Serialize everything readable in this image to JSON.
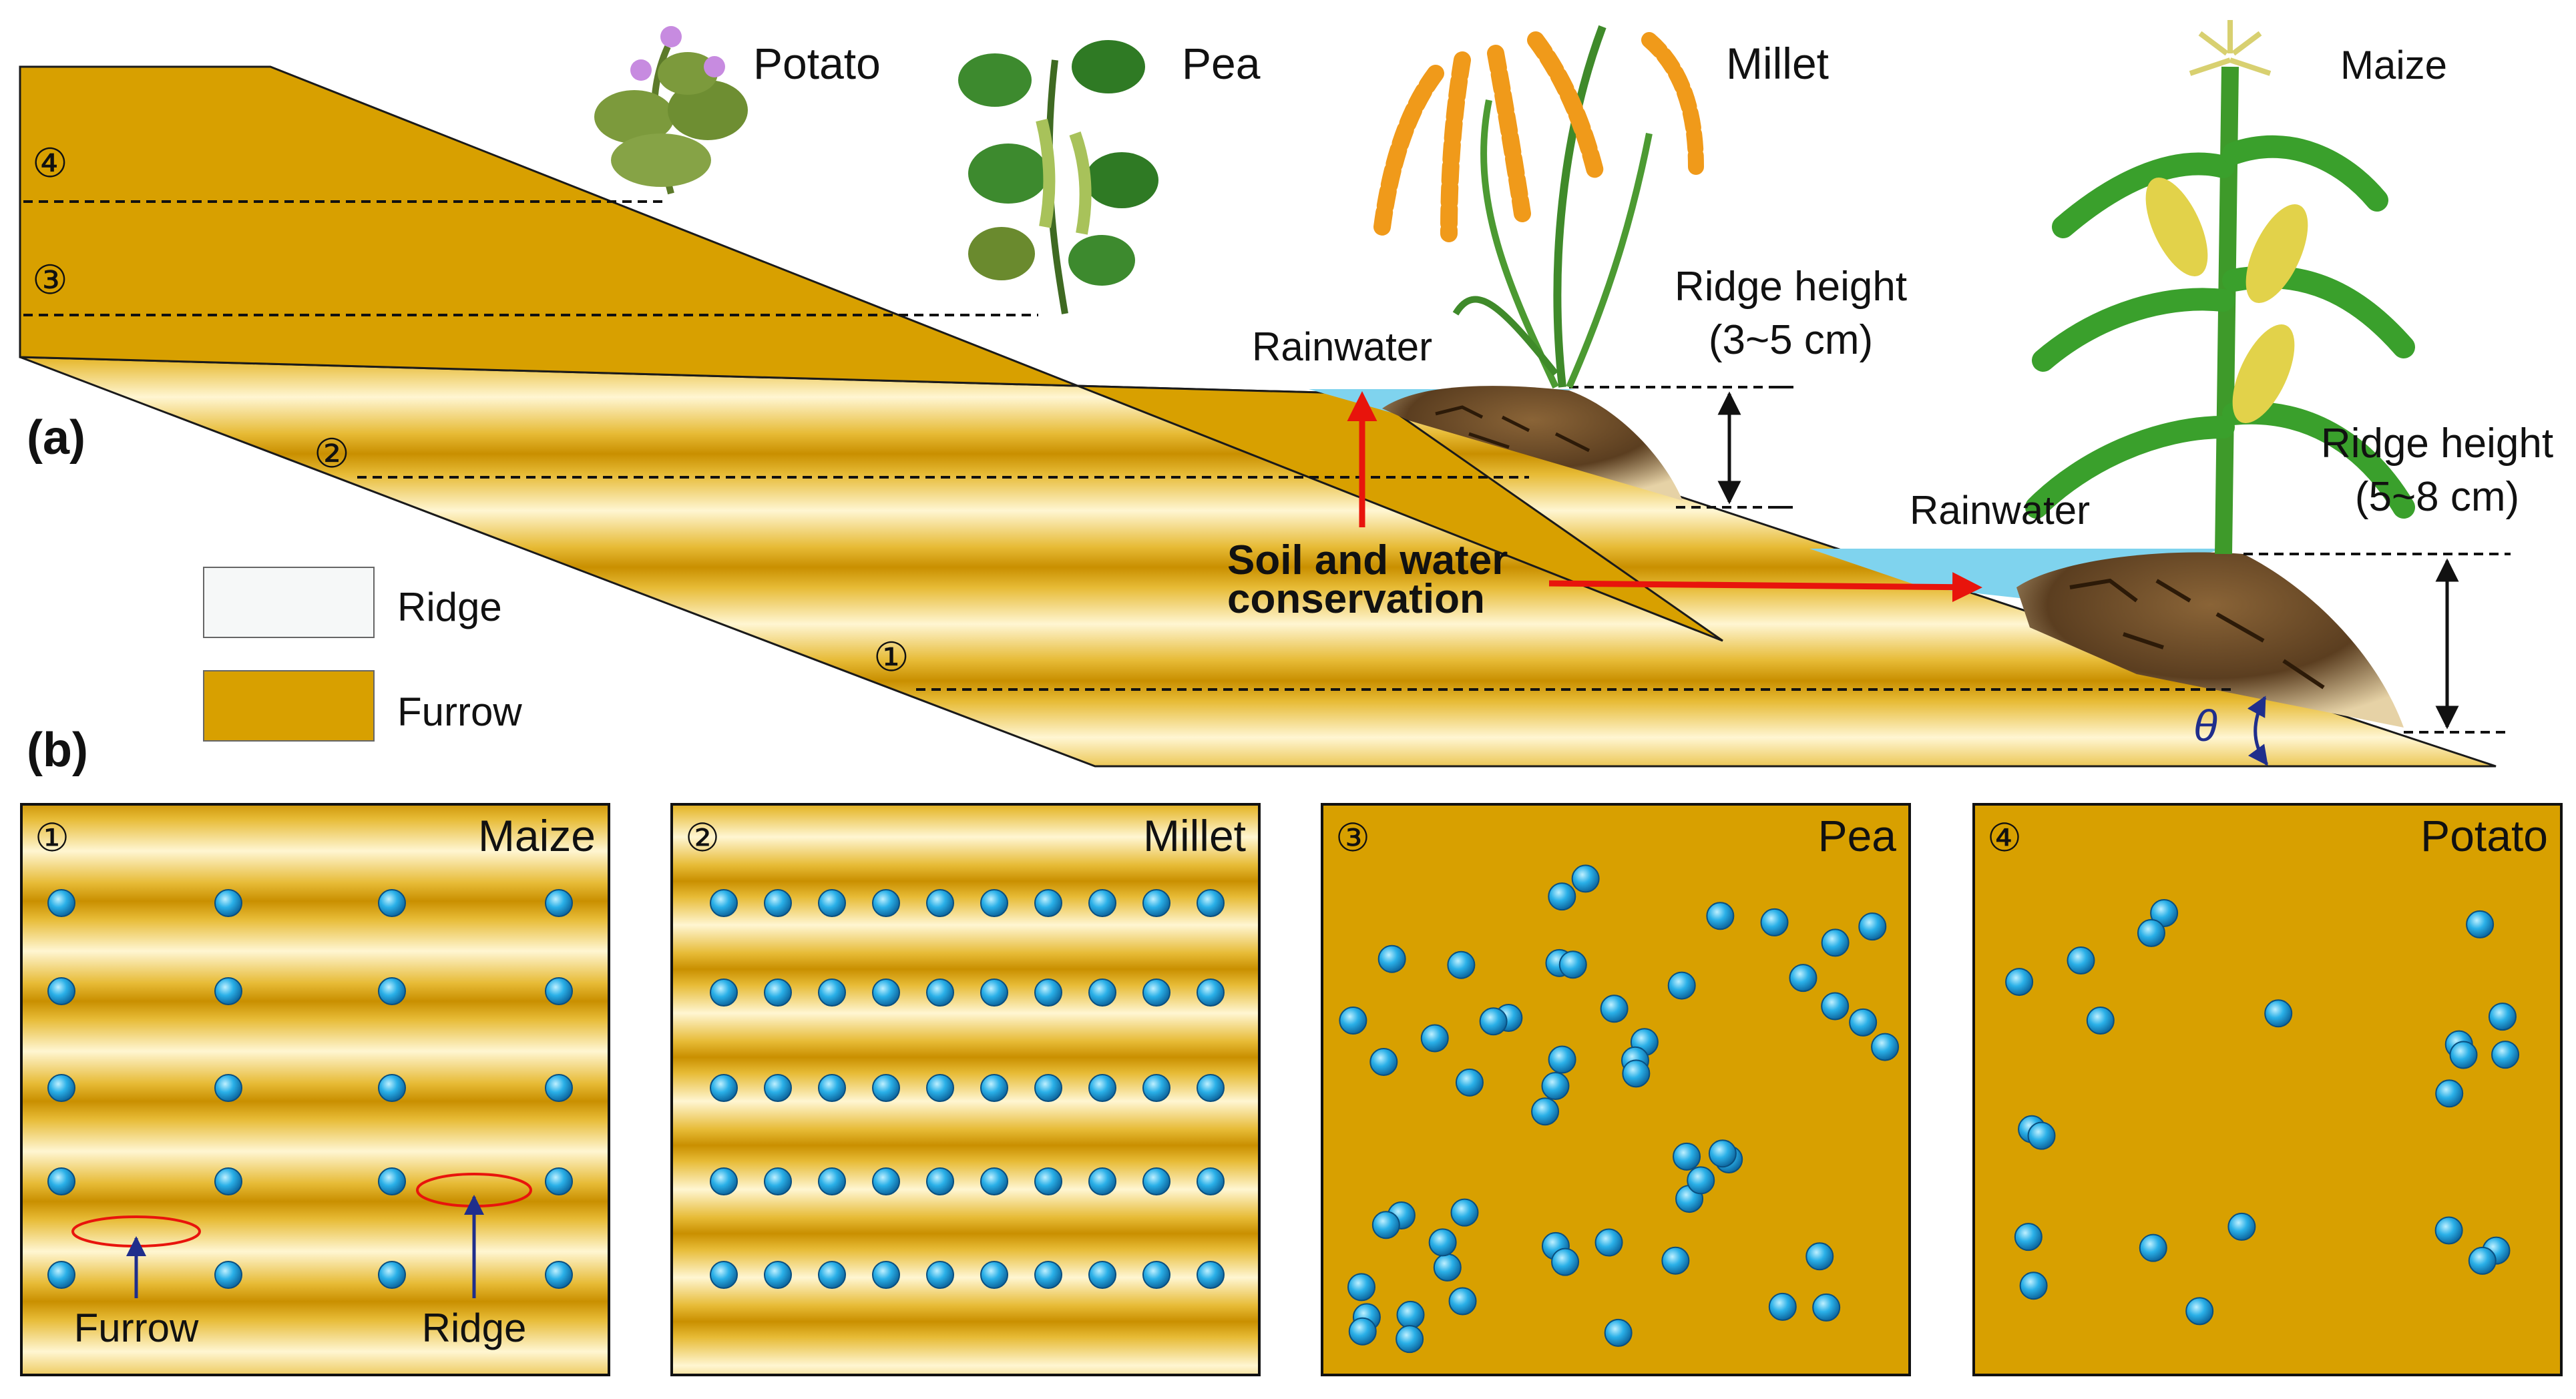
{
  "colors": {
    "furrow": "#D8A000",
    "furrow_dark": "#C58E00",
    "ridge_light": "#FFF8DC",
    "water": "#7FD3EE",
    "soil": "#6B4A2A",
    "seed": "#1FA6E0",
    "arrow_red": "#E8140C",
    "theta_blue": "#1F2E8C"
  },
  "panel_a": {
    "label": "(a)",
    "plateau_labels": [
      "④",
      "③",
      "②",
      "①"
    ],
    "crops": [
      "Potato",
      "Pea",
      "Millet",
      "Maize"
    ],
    "rainwater": [
      "Rainwater",
      "Rainwater"
    ],
    "ridge_height_small": {
      "title": "Ridge height",
      "range": "(3~5 cm)"
    },
    "ridge_height_large": {
      "title": "Ridge height",
      "range": "(5~8 cm)"
    },
    "conservation": [
      "Soil and water",
      "conservation"
    ],
    "angle_symbol": "θ",
    "legend": [
      {
        "label": "Ridge",
        "swatch": "ridge"
      },
      {
        "label": "Furrow",
        "swatch": "furrow"
      }
    ]
  },
  "panel_b": {
    "label": "(b)",
    "panels": [
      {
        "number": "①",
        "crop": "Maize",
        "pattern": "wide-rows",
        "ridged": true,
        "annotations": [
          "Furrow",
          "Ridge"
        ]
      },
      {
        "number": "②",
        "crop": "Millet",
        "pattern": "dense-rows",
        "ridged": true
      },
      {
        "number": "③",
        "crop": "Pea",
        "pattern": "random-dense",
        "ridged": false
      },
      {
        "number": "④",
        "crop": "Potato",
        "pattern": "random-sparse",
        "ridged": false
      }
    ]
  }
}
